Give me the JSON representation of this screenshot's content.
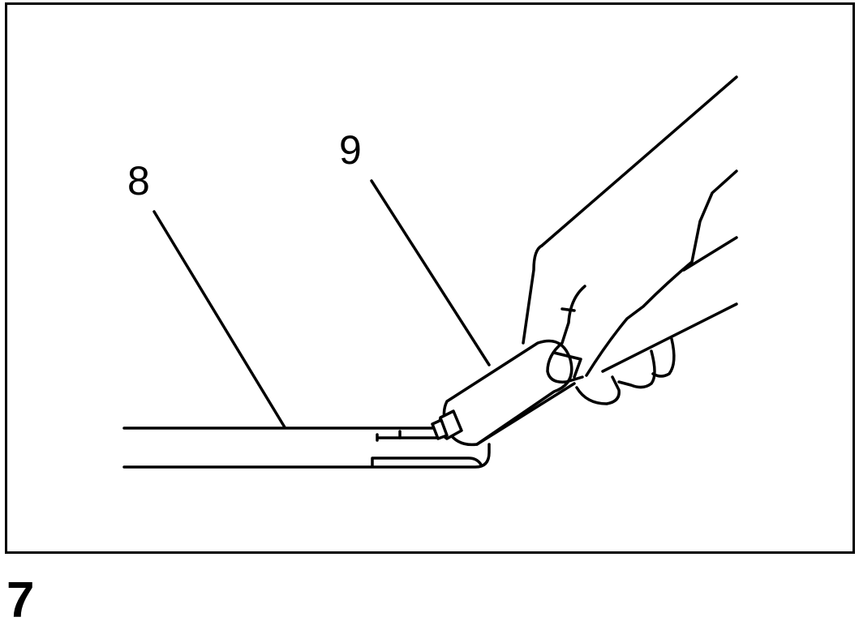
{
  "illustration": {
    "callouts": {
      "panel_label": "8",
      "glue_tube_label": "9"
    }
  },
  "step": {
    "number": "7"
  }
}
